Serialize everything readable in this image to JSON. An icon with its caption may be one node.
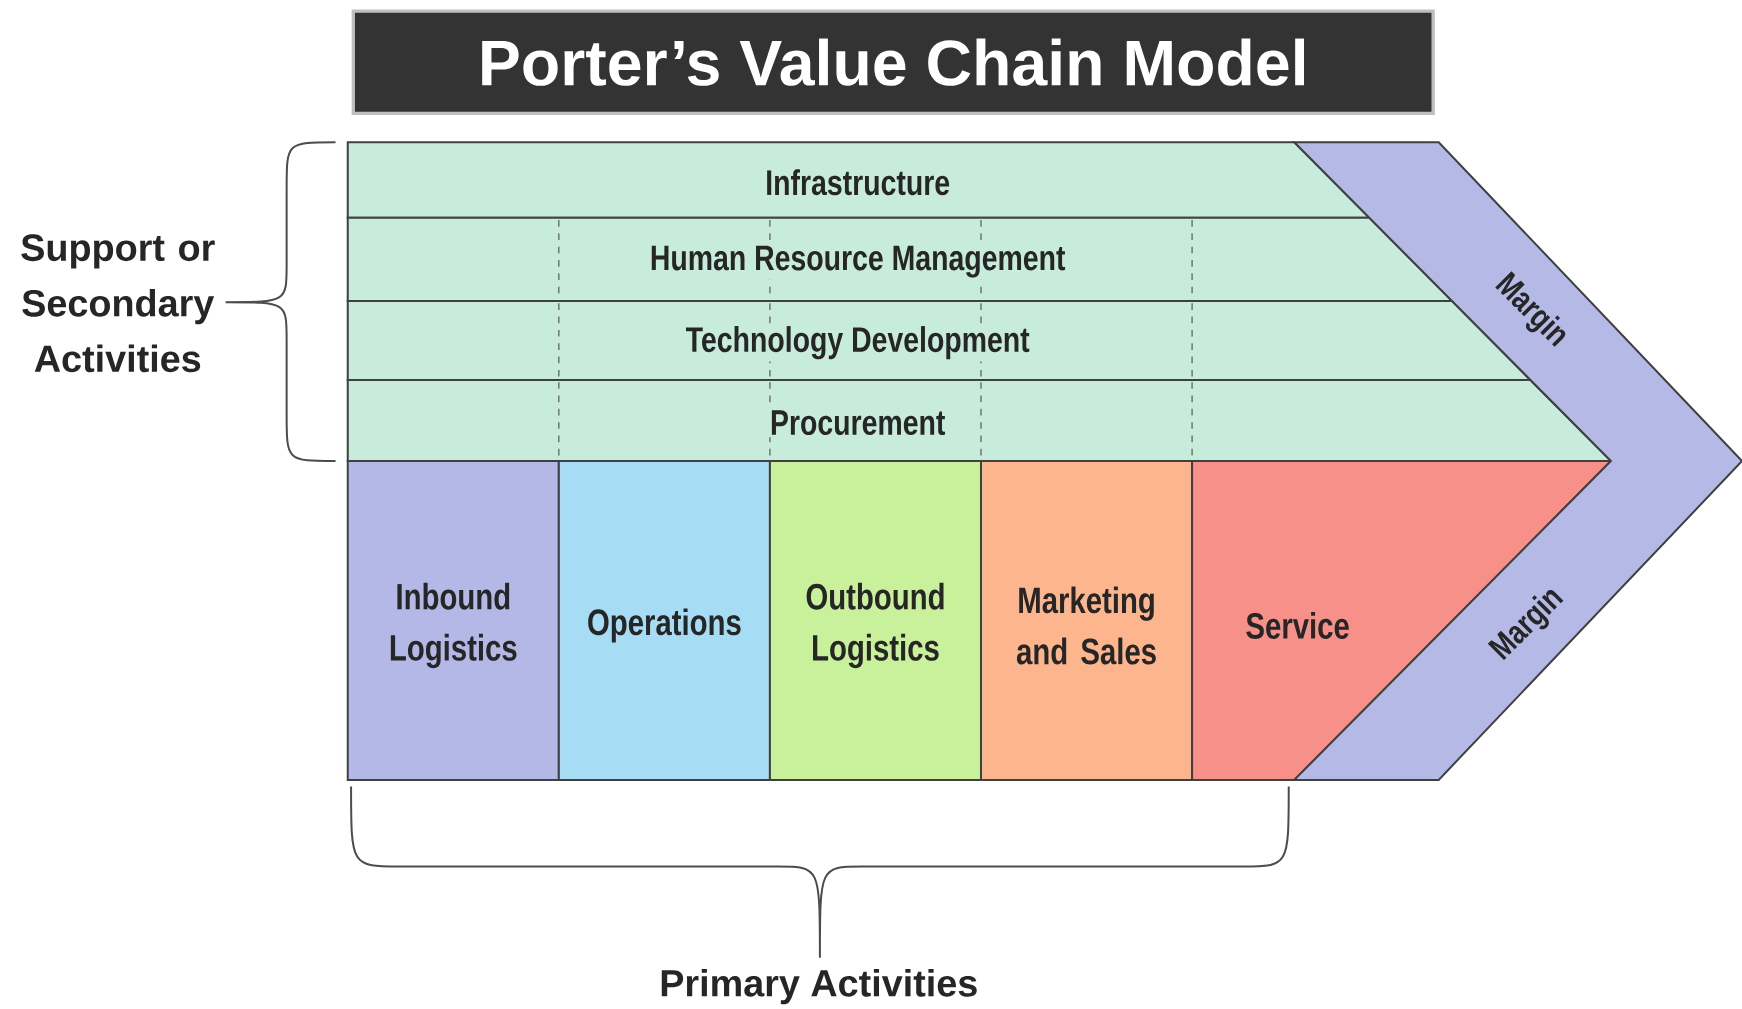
{
  "diagram": {
    "title": "Porter’s Value Chain Model",
    "nodes": [
      {
        "text": [
          "Infrastructure"
        ]
      },
      {
        "text": [
          "Human Resource Management"
        ]
      },
      {
        "text": [
          "Technology Development"
        ]
      },
      {
        "text": [
          "Procurement"
        ]
      },
      {
        "text": [
          "Inbound Logistics"
        ]
      },
      {
        "text": [
          "Operations"
        ]
      },
      {
        "text": [
          "Outbound Logistics"
        ]
      },
      {
        "text": [
          "Marketing and Sales"
        ]
      },
      {
        "text": [
          "Service"
        ]
      },
      {
        "text": [
          "Margin",
          "Margin"
        ]
      }
    ],
    "labels": [
      "Support or Secondary Activities",
      "Primary Activities"
    ]
  }
}
